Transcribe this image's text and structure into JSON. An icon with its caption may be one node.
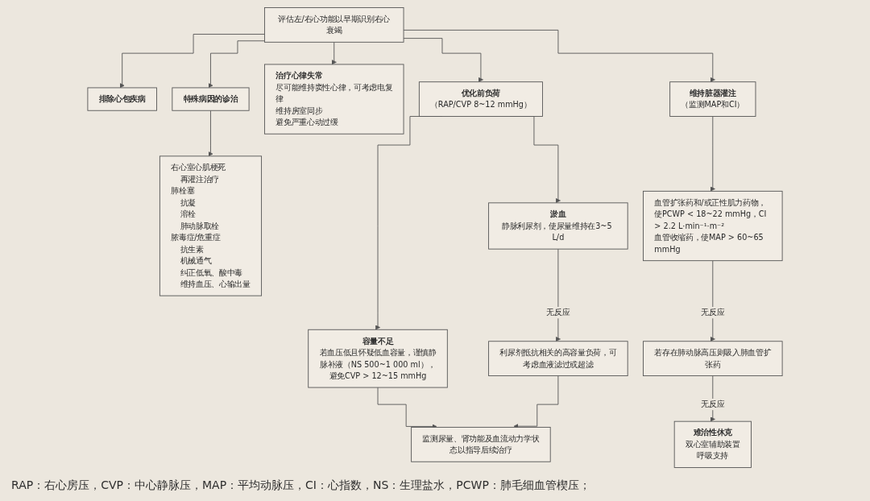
{
  "diagram": {
    "nodes": [
      {
        "text": [
          "评估左/右心功能以早期识别右心衰竭"
        ]
      },
      {
        "text": [
          "排除心包疾病"
        ]
      },
      {
        "text": [
          "特殊病因的诊治"
        ]
      },
      {
        "text": [
          "治疗心律失常",
          "尽可能维持窦性心律，可考虑电复律",
          "维持房室同步",
          "避免严重心动过缓"
        ]
      },
      {
        "text": [
          "优化前负荷",
          "（RAP/CVP 8~12 mmHg）"
        ]
      },
      {
        "text": [
          "维持脏器灌注",
          "（监测MAP和CI）"
        ]
      },
      {
        "text": [
          "右心室心肌梗死",
          "再灌注治疗",
          "肺栓塞",
          "抗凝",
          "溶栓",
          "肺动脉取栓",
          "脓毒症/危重症",
          "抗生素",
          "机械通气",
          "纠正低氧、酸中毒",
          "维持血压、心输出量"
        ]
      },
      {
        "text": [
          "容量不足",
          "若血压低且怀疑低血容量，谨慎静脉补液（NS 500~1 000 ml），避免CVP > 12~15 mmHg"
        ]
      },
      {
        "text": [
          "淤血",
          "静脉利尿剂，使尿量维持在3~5 L/d"
        ]
      },
      {
        "text": [
          "血管扩张药和/或正性肌力药物，使PCWP < 18~22 mmHg，CI > 2.2 L·min⁻¹·m⁻²",
          "血管收缩药，使MAP > 60~65 mmHg"
        ]
      },
      {
        "text": [
          "利尿剂抵抗相关的高容量负荷，可考虑血液滤过或超滤"
        ]
      },
      {
        "text": [
          "若存在肺动脉高压则吸入肺血管扩张药"
        ]
      },
      {
        "text": [
          "监测尿量、肾功能及血流动力学状态以指导后续治疗"
        ]
      },
      {
        "text": [
          "难治性休克",
          "双心室辅助装置",
          "呼吸支持"
        ]
      }
    ],
    "edges": [
      {
        "from": 0,
        "to": 1,
        "arrow": "to"
      },
      {
        "from": 0,
        "to": 2,
        "arrow": "to"
      },
      {
        "from": 0,
        "to": 3,
        "arrow": "to"
      },
      {
        "from": 0,
        "to": 4,
        "arrow": "to"
      },
      {
        "from": 0,
        "to": 5,
        "arrow": "to"
      },
      {
        "from": 2,
        "to": 6,
        "arrow": "to"
      },
      {
        "from": 4,
        "to": 7,
        "arrow": "to"
      },
      {
        "from": 4,
        "to": 8,
        "arrow": "to"
      },
      {
        "from": 5,
        "to": 9,
        "arrow": "to"
      },
      {
        "from": 8,
        "to": 10,
        "arrow": "to",
        "label": "无反应"
      },
      {
        "from": 9,
        "to": 11,
        "arrow": "to",
        "label": "无反应"
      },
      {
        "from": 7,
        "to": 12,
        "arrow": "to"
      },
      {
        "from": 10,
        "to": 12,
        "arrow": "to"
      },
      {
        "from": 11,
        "to": 13,
        "arrow": "to",
        "label": "无反应"
      }
    ],
    "labels": [
      "RAP：右心房压，CVP：中心静脉压，MAP：平均动脉压，CI：心指数，NS：生理盐水，PCWP：肺毛细血管楔压；"
    ]
  }
}
